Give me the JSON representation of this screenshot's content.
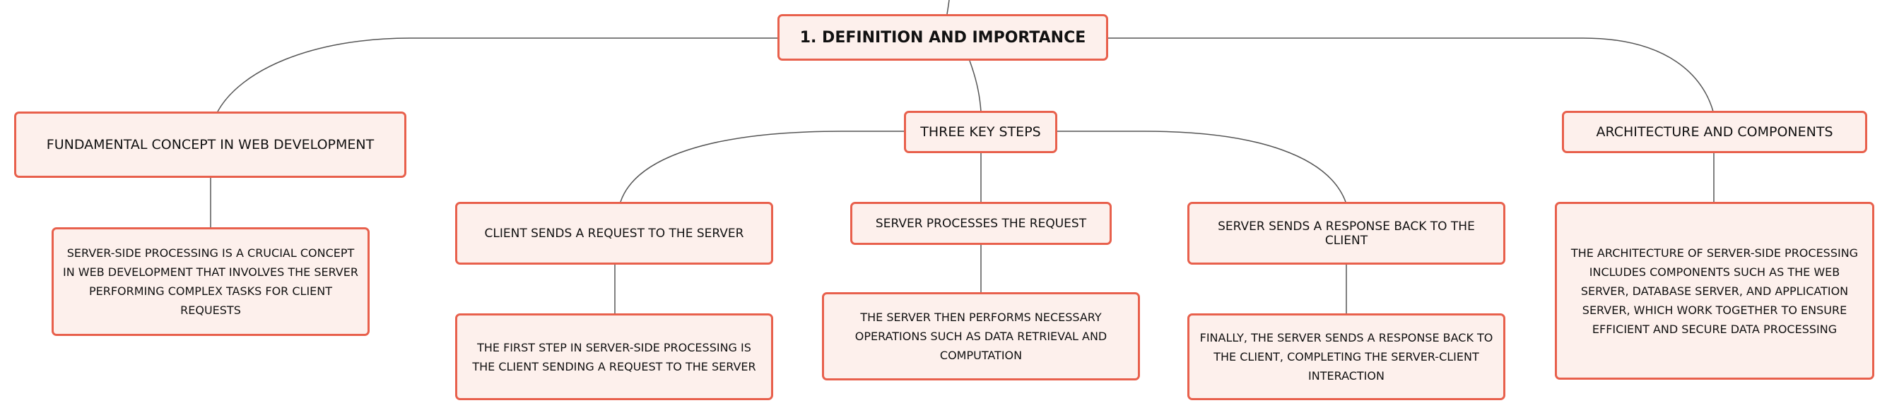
{
  "diagram": {
    "root": {
      "label": "1. DEFINITION AND IMPORTANCE"
    },
    "branches": [
      {
        "label": "FUNDAMENTAL CONCEPT IN WEB DEVELOPMENT",
        "detail": "SERVER-SIDE PROCESSING IS A CRUCIAL CONCEPT IN WEB DEVELOPMENT THAT INVOLVES THE SERVER PERFORMING COMPLEX TASKS FOR CLIENT REQUESTS"
      },
      {
        "label": "THREE KEY STEPS",
        "steps": [
          {
            "label": "CLIENT SENDS A REQUEST TO THE SERVER",
            "detail": "THE FIRST STEP IN SERVER-SIDE PROCESSING IS THE CLIENT SENDING A REQUEST TO THE SERVER"
          },
          {
            "label": "SERVER PROCESSES THE REQUEST",
            "detail": "THE SERVER THEN PERFORMS NECESSARY OPERATIONS SUCH AS DATA RETRIEVAL AND COMPUTATION"
          },
          {
            "label": "SERVER SENDS A RESPONSE BACK TO THE CLIENT",
            "detail": "FINALLY, THE SERVER SENDS A RESPONSE BACK TO THE CLIENT, COMPLETING THE SERVER-CLIENT INTERACTION"
          }
        ]
      },
      {
        "label": "ARCHITECTURE AND COMPONENTS",
        "detail": "THE ARCHITECTURE OF SERVER-SIDE PROCESSING INCLUDES COMPONENTS SUCH AS THE WEB SERVER, DATABASE SERVER, AND APPLICATION SERVER, WHICH WORK TOGETHER TO ENSURE EFFICIENT AND SECURE DATA PROCESSING"
      }
    ]
  },
  "colors": {
    "node_border": "#e8604c",
    "node_fill": "#fdf0ec",
    "connector": "#555555",
    "text": "#111111"
  }
}
